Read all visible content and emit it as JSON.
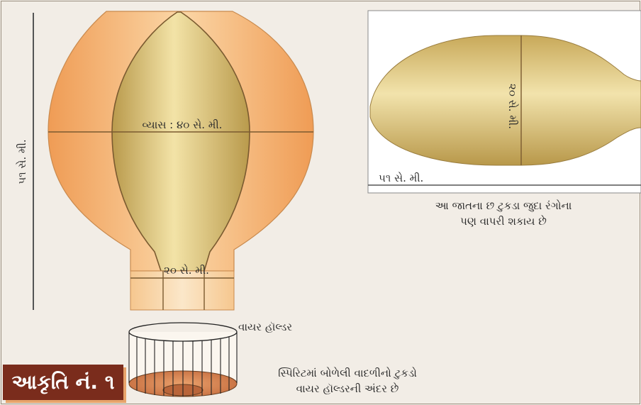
{
  "colors": {
    "background": "#f2ede6",
    "balloon_orange": "#f0a663",
    "balloon_gold": "#d2b568",
    "outline": "#6b4b2a",
    "badge": "#7a2c1c"
  },
  "balloon": {
    "diameter_label": "વ્યાસ : ૪૦ સે. મી.",
    "neck_label": "૨૦ સે. મી.",
    "height_label": "૫૧ સે. મી."
  },
  "panel": {
    "width_label": "૨૦ સે. મી.",
    "length_label": "૫૧ સે. મી.",
    "caption_line1": "આ જાતના છ ટુકડા જુદા રંગોના",
    "caption_line2": "પણ વાપરી શકાય છે"
  },
  "holder": {
    "label": "વાયર હૉલ્ડર",
    "caption_line1": "સ્પિરિટમાં બોળેલી વાદળીનો ટુકડો",
    "caption_line2": "વાયર હૉલ્ડરની અંદર છે"
  },
  "figure": {
    "title": "આકૃતિ નં. ૧"
  }
}
